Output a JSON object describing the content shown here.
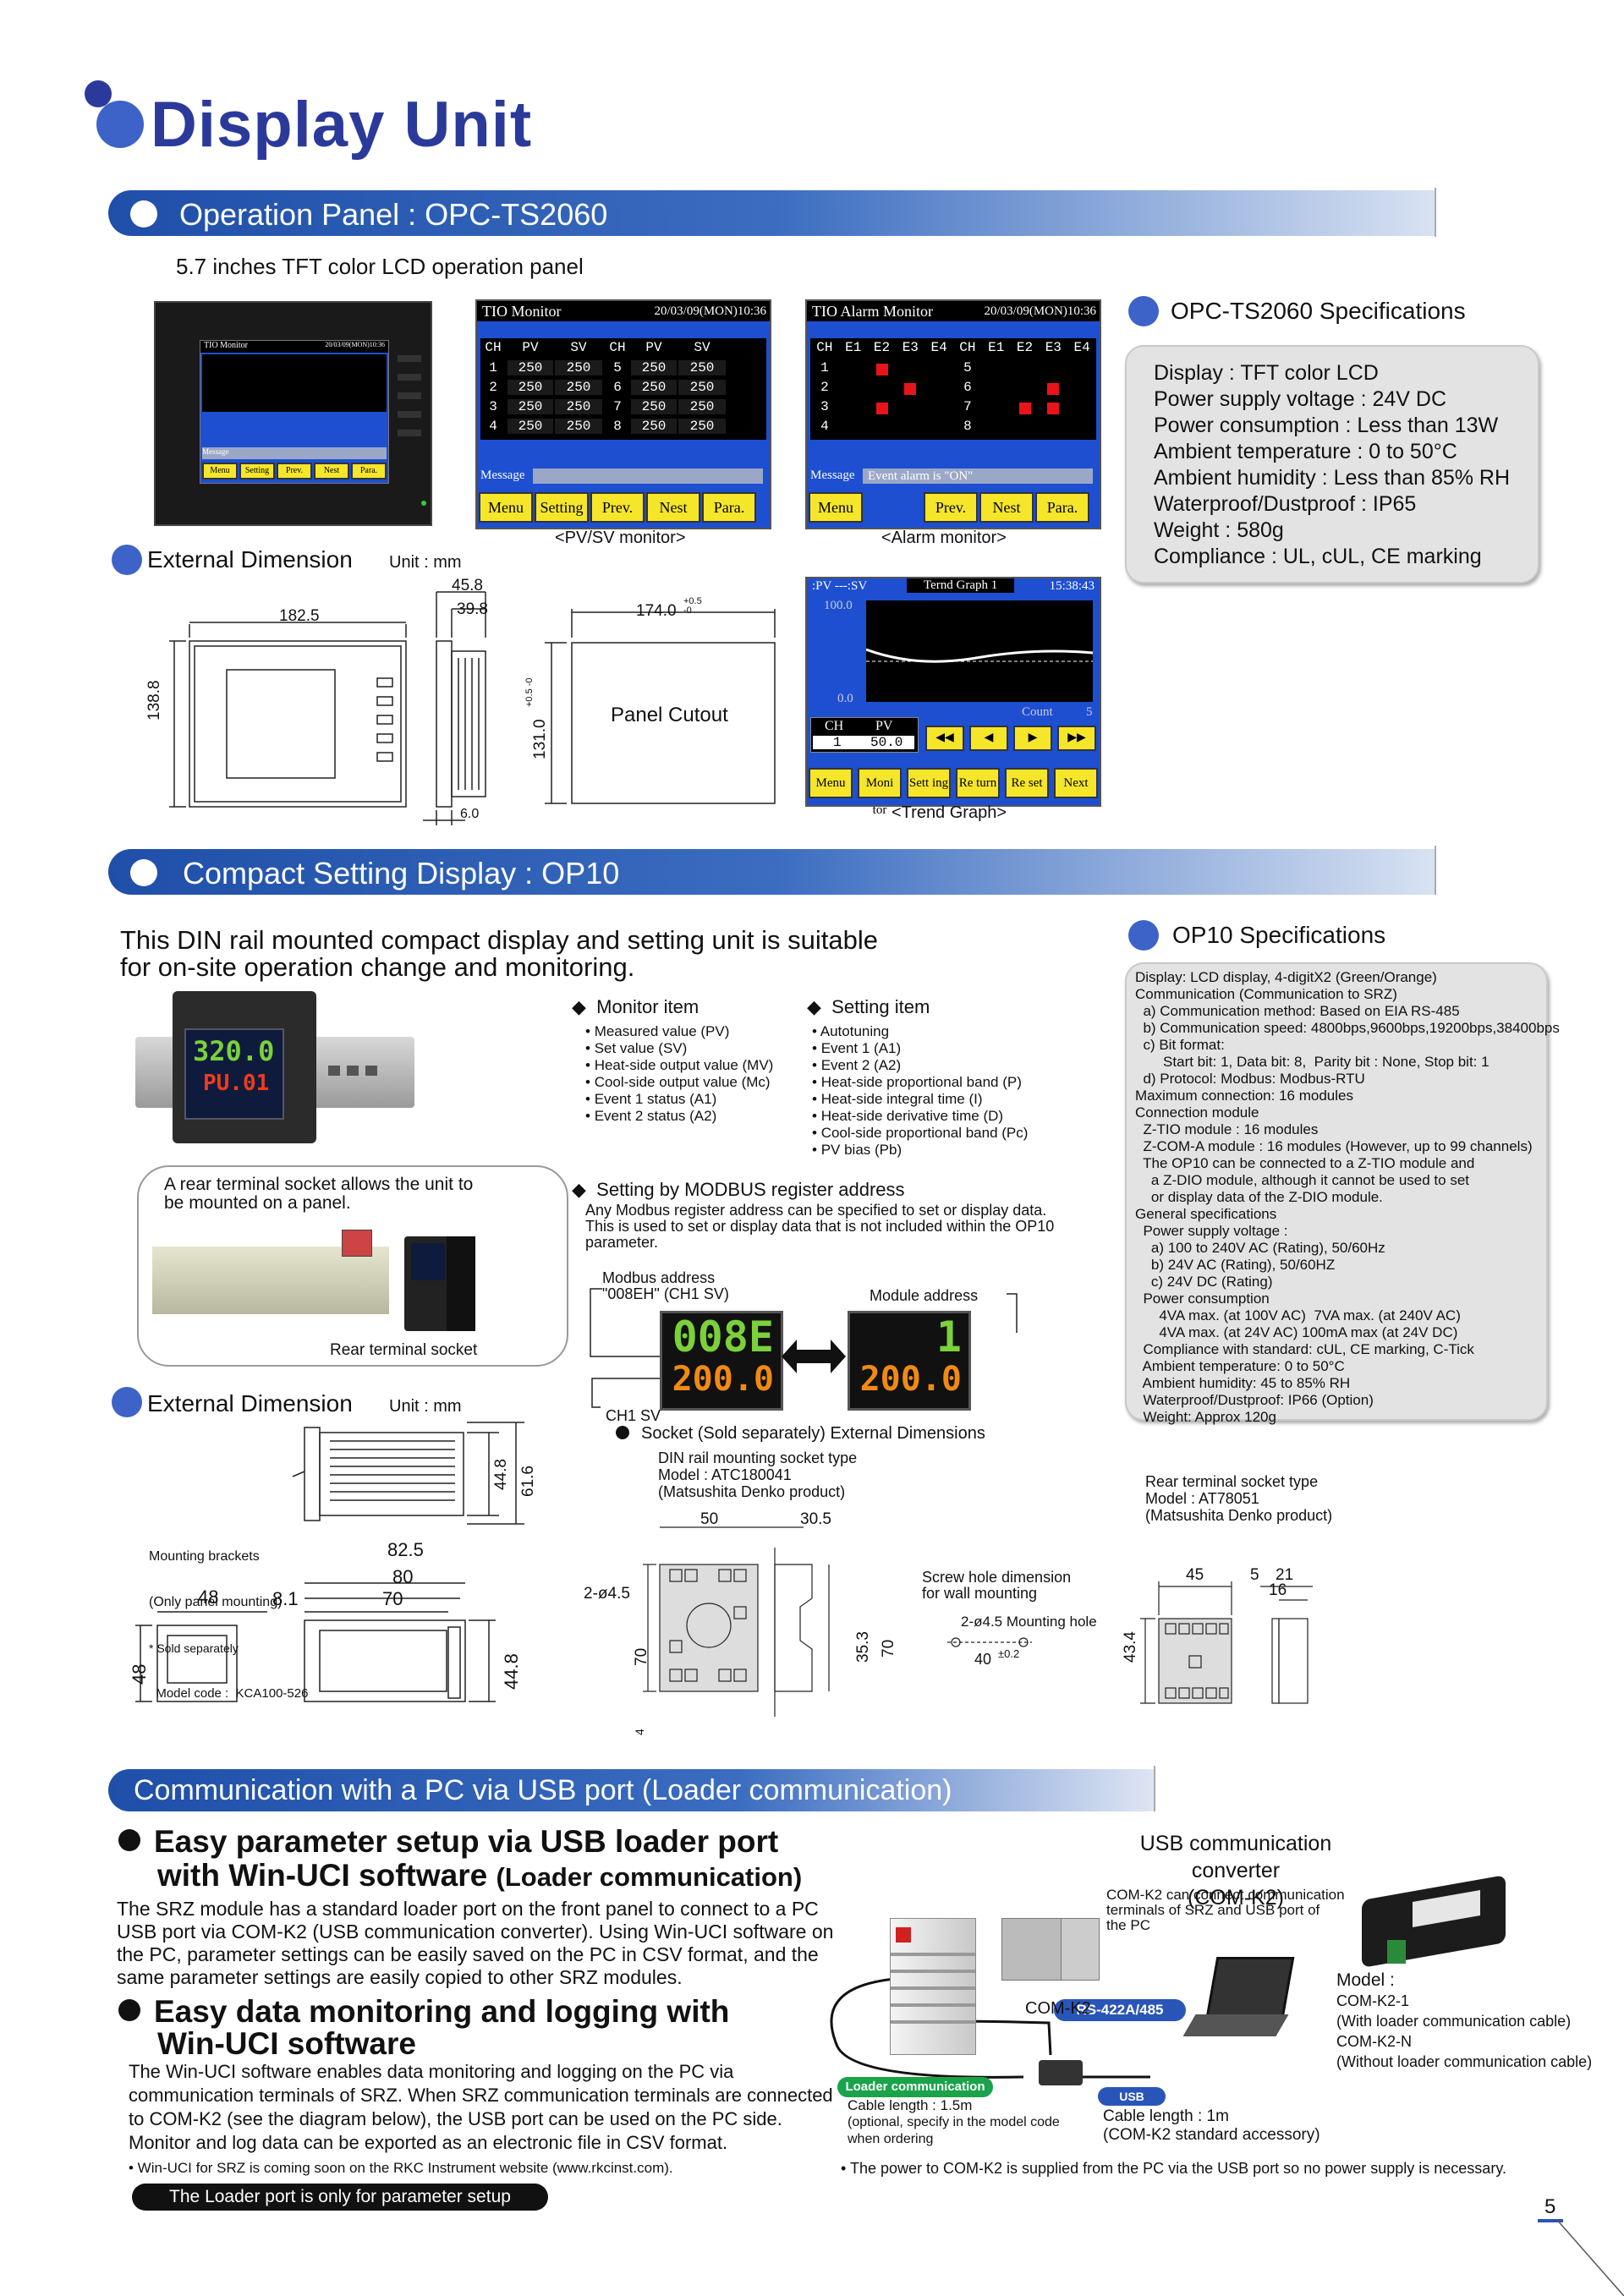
{
  "page_title": "Display Unit",
  "page_number": "5",
  "section1": {
    "title": "Operation Panel : OPC-TS2060",
    "subtitle": "5.7 inches TFT color LCD operation panel",
    "panel_small": {
      "title": "TIO Monitor",
      "date": "20/03/09(MON)10:36",
      "buttons": [
        "Menu",
        "Setting",
        "Prev.",
        "Nest",
        "Para."
      ],
      "message": "Message"
    },
    "pvsv": {
      "title": "TIO Monitor",
      "date": "20/03/09(MON)10:36",
      "headers": [
        "CH",
        "PV",
        "SV",
        "CH",
        "PV",
        "SV"
      ],
      "rows": [
        [
          "1",
          "250",
          "250",
          "5",
          "250",
          "250"
        ],
        [
          "2",
          "250",
          "250",
          "6",
          "250",
          "250"
        ],
        [
          "3",
          "250",
          "250",
          "7",
          "250",
          "250"
        ],
        [
          "4",
          "250",
          "250",
          "8",
          "250",
          "250"
        ]
      ],
      "message": "Message",
      "buttons": [
        "Menu",
        "Setting",
        "Prev.",
        "Nest",
        "Para."
      ],
      "caption": "<PV/SV monitor>"
    },
    "alarm": {
      "title": "TIO Alarm Monitor",
      "date": "20/03/09(MON)10:36",
      "headers": [
        "CH",
        "E1",
        "E2",
        "E3",
        "E4",
        "CH",
        "E1",
        "E2",
        "E3",
        "E4"
      ],
      "rows": [
        "1",
        "2",
        "3",
        "4"
      ],
      "rows_right": [
        "5",
        "6",
        "7",
        "8"
      ],
      "message": "Message",
      "message_text": "Event alarm is \"ON\"",
      "buttons": [
        "Menu",
        "Prev.",
        "Nest",
        "Para."
      ],
      "caption": "<Alarm monitor>"
    },
    "trend": {
      "header_left": ":PV ---:SV",
      "title": "Ternd Graph 1",
      "time": "15:38:43",
      "y_top": "100.0",
      "y_bottom": "0.0",
      "count_label": "Count",
      "count_value": "5",
      "ch_label": "CH",
      "pv_label": "PV",
      "ch_value": "1",
      "pv_value": "50.0",
      "arrows": [
        "◀◀",
        "◀",
        "▶",
        "▶▶"
      ],
      "buttons": [
        "Menu",
        "Moni tor",
        "Sett ing",
        "Re turn",
        "Re set",
        "Next"
      ],
      "caption": "<Trend Graph>"
    },
    "spec_title": "OPC-TS2060 Specifications",
    "specs": [
      "Display : TFT color LCD",
      "Power supply voltage : 24V DC",
      "Power consumption : Less than 13W",
      "Ambient temperature : 0 to 50°C",
      "Ambient humidity : Less than 85% RH",
      "Waterproof/Dustproof : IP65",
      "Weight : 580g",
      "Compliance : UL, cUL, CE marking"
    ],
    "ext_dim_title": "External Dimension",
    "unit": "Unit : mm",
    "dims": {
      "w": "182.5",
      "h": "138.8",
      "d1": "45.8",
      "d2": "39.8",
      "d3": "6.0",
      "cut_w": "174.0",
      "cut_w_tol": "+0.5 -0",
      "cut_h": "131.0",
      "cut_h_tol": "+0.5 -0",
      "panel_cutout": "Panel Cutout"
    }
  },
  "section2": {
    "title": "Compact Setting Display : OP10",
    "intro": [
      "This DIN rail mounted compact display and setting unit is suitable",
      "for on-site operation change and monitoring."
    ],
    "device_display": {
      "top": "320.0",
      "bottom": "PU.01"
    },
    "rear_note": [
      "A rear terminal socket allows the unit to",
      "be mounted on a panel."
    ],
    "rear_label": "Rear terminal socket",
    "monitor_title": "Monitor item",
    "monitor_items": [
      "Measured value (PV)",
      "Set value (SV)",
      "Heat-side output value (MV)",
      "Cool-side output value (Mc)",
      "Event 1 status (A1)",
      "Event 2 status (A2)"
    ],
    "setting_title": "Setting item",
    "setting_items": [
      "Autotuning",
      "Event 1 (A1)",
      "Event 2 (A2)",
      "Heat-side proportional band (P)",
      "Heat-side integral time (I)",
      "Heat-side derivative time (D)",
      "Cool-side proportional band (Pc)",
      "PV bias (Pb)"
    ],
    "modbus_title": "Setting by MODBUS register address",
    "modbus_text": [
      "Any Modbus register address can be specified to set or display data.",
      "This is used to set or display data that is not included within the OP10",
      "parameter."
    ],
    "modbus_addr_label": [
      "Modbus address",
      "\"008EH\" (CH1 SV)"
    ],
    "module_addr_label": "Module address",
    "lcd_left": {
      "top": "008E",
      "bottom": "200.0"
    },
    "lcd_right": {
      "top": "1",
      "bottom": "200.0"
    },
    "ch1sv": "CH1 SV",
    "spec_title": "OP10 Specifications",
    "specs": [
      "Display: LCD display, 4-digitX2 (Green/Orange)",
      "Communication (Communication to SRZ)",
      "  a) Communication method: Based on EIA RS-485",
      "  b) Communication speed: 4800bps,9600bps,19200bps,38400bps",
      "  c) Bit format:",
      "       Start bit: 1, Data bit: 8,  Parity bit : None, Stop bit: 1",
      "  d) Protocol: Modbus: Modbus-RTU",
      "Maximum connection: 16 modules",
      "Connection module",
      "  Z-TIO module : 16 modules",
      "  Z-COM-A module : 16 modules (However, up to 99 channels)",
      "  The OP10 can be connected to a Z-TIO module and",
      "    a Z-DIO module, although it cannot be used to set",
      "    or display data of the Z-DIO module.",
      "General specifications",
      "  Power supply voltage :",
      "    a) 100 to 240V AC (Rating), 50/60Hz",
      "    b) 24V AC (Rating), 50/60HZ",
      "    c) 24V DC (Rating)",
      "  Power consumption",
      "      4VA max. (at 100V AC)  7VA max. (at 240V AC)",
      "      4VA max. (at 24V AC) 100mA max (at 24V DC)",
      "  Compliance with standard: cUL, CE marking, C-Tick",
      "  Ambient temperature: 0 to 50°C",
      "  Ambient humidity: 45 to 85% RH",
      "  Waterproof/Dustproof: IP66 (Option)",
      "  Weight: Approx 120g"
    ],
    "ext_dim_title": "External Dimension",
    "unit": "Unit : mm",
    "bracket_note": [
      "Mounting brackets",
      "(Only panel mounting)",
      "* Sold separately",
      "  Model code :  KCA100-526"
    ],
    "dims": {
      "h1": "44.8",
      "h2": "61.6",
      "w1": "48",
      "w2": "8.1",
      "w3": "70",
      "w4": "80",
      "w5": "82.5",
      "h3": "48",
      "h4": "44.8"
    },
    "socket_title": "Socket (Sold separately) External Dimensions",
    "din_socket": [
      "DIN rail mounting socket type",
      "Model : ATC180041",
      "(Matsushita Denko product)"
    ],
    "din_dims": {
      "w1": "50",
      "w2": "30.5",
      "hole": "2-ø4.5",
      "h1": "70",
      "h2": "35.3",
      "h3": "70",
      "h4": "4"
    },
    "screw_note": [
      "Screw hole dimension",
      "for wall mounting"
    ],
    "screw_dims": {
      "hole": "2-ø4.5 Mounting hole",
      "d": "40",
      "tol": "±0.2"
    },
    "rear_socket": [
      "Rear terminal socket type",
      "Model : AT78051",
      "(Matsushita Denko product)"
    ],
    "rear_dims": {
      "w1": "45",
      "w2": "5",
      "w3": "21",
      "w4": "16",
      "h1": "43.4"
    }
  },
  "section3": {
    "title": "Communication with a PC via USB port (Loader communication)",
    "h1_line1": "Easy parameter setup via USB loader port",
    "h1_line2": "with Win-UCI software",
    "h1_suffix": "(Loader communication)",
    "p1": [
      "The SRZ module has a standard loader port on the front panel to connect to a PC",
      "USB port via COM-K2 (USB communication converter). Using Win-UCI software on",
      "the PC, parameter settings can be easily saved on the PC in CSV format, and the",
      "same parameter settings are easily copied to other SRZ modules."
    ],
    "h2_line1": "Easy data monitoring and logging with",
    "h2_line2": "Win-UCI software",
    "p2": [
      "The Win-UCI software enables data monitoring and logging on the PC via",
      "communication terminals of SRZ. When SRZ communication terminals are connected",
      "to COM-K2 (see the diagram below), the USB port can be used on the PC side.",
      "Monitor and log data can be exported as an electronic file in CSV format."
    ],
    "footnote": "• Win-UCI for SRZ is coming soon on the RKC Instrument website (www.rkcinst.com).",
    "loader_pill": "The Loader port is only for parameter setup",
    "converter_title": [
      "USB communication converter",
      "(COM-K2)"
    ],
    "converter_note": [
      "COM-K2 can connect communication",
      "terminals of SRZ and USB port of",
      "the PC"
    ],
    "rs_label": "RS-422A/485",
    "comk2_label": "COM-K2",
    "loader_label": "Loader communication",
    "usb_label": "USB",
    "cable1": [
      "Cable length : 1.5m",
      "(optional, specify in the model code",
      "when ordering"
    ],
    "cable2": [
      "Cable length : 1m",
      "(COM-K2 standard accessory)"
    ],
    "model": [
      "Model :",
      "COM-K2-1",
      "(With loader communication cable)",
      "COM-K2-N",
      "(Without loader communication cable)"
    ],
    "power_note": "• The power to COM-K2 is supplied from the PC via the USB port so no power supply is necessary."
  },
  "colors": {
    "brand_blue": "#2b3a9a",
    "bar_blue": "#1f4fa8",
    "screen_blue": "#1e4fd1",
    "button_yellow": "#f6e62a",
    "alarm_red": "#e8141a",
    "lcd_green": "#7ad13a",
    "lcd_orange": "#f08a12",
    "green_pill": "#1aa34a",
    "blue_pill": "#2a55b8"
  }
}
